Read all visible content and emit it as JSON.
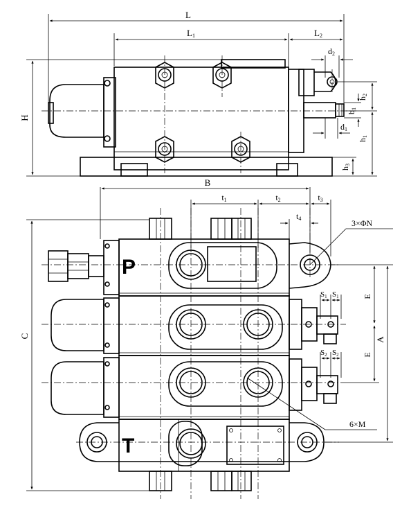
{
  "dimensions": {
    "L": "L",
    "L1": "L",
    "L1_sub": "1",
    "L2": "L",
    "L2_sub": "2",
    "d2": "d",
    "d2_sub": "2",
    "h2": "h",
    "h2_sub": "2",
    "b1": "b",
    "b1_sub": "1",
    "d1": "d",
    "d1_sub": "1",
    "h1": "h",
    "h1_sub": "1",
    "h3": "h",
    "h3_sub": "3",
    "H": "H",
    "B": "B",
    "t1": "t",
    "t1_sub": "1",
    "t2": "t",
    "t2_sub": "2",
    "t3": "t",
    "t3_sub": "3",
    "t4": "t",
    "t4_sub": "4",
    "C": "C",
    "A": "A",
    "E_top": "E",
    "E_bottom": "E",
    "S1_left": "S",
    "S1_left_sub": "1",
    "S1_right": "S",
    "S1_right_sub": "1",
    "S2_left": "S",
    "S2_left_sub": "2",
    "S2_right": "S",
    "S2_right_sub": "2"
  },
  "callouts": {
    "mount_holes": "3×ΦN",
    "port_threads": "6×M"
  },
  "ports": {
    "pressure": "P",
    "tank": "T"
  }
}
